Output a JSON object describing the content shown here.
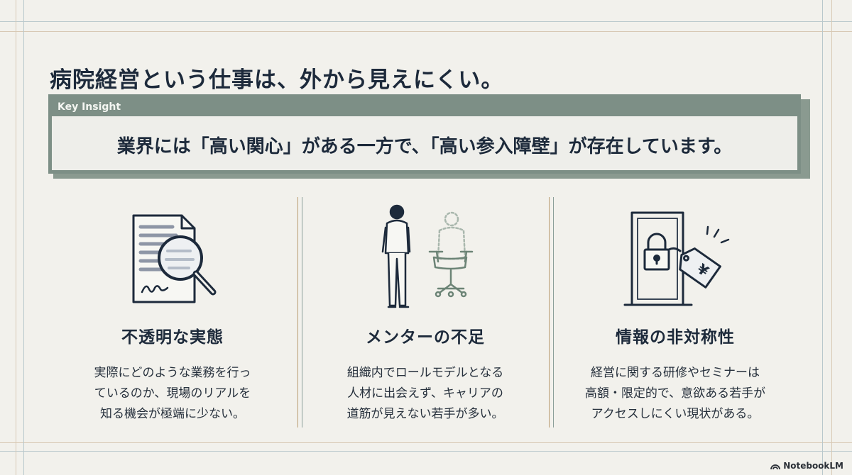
{
  "title": "病院経営という仕事は、外から見えにくい。",
  "insight": {
    "label": "Key Insight",
    "text": "業界には「高い関心」がある一方で、「高い参入障壁」が存在しています。"
  },
  "columns": [
    {
      "icon": "document-magnifier-icon",
      "title": "不透明な実態",
      "lines": [
        "実際にどのような業務を行っ",
        "ているのか、現場のリアルを",
        "知る機会が極端に少ない。"
      ]
    },
    {
      "icon": "person-empty-chair-icon",
      "title": "メンターの不足",
      "lines": [
        "組織内でロールモデルとなる",
        "人材に出会えず、キャリアの",
        "道筋が見えない若手が多い。"
      ]
    },
    {
      "icon": "locked-door-price-tag-icon",
      "title": "情報の非対称性",
      "lines": [
        "経営に関する研修やセミナーは",
        "高額・限定的で、意欲ある若手が",
        "アクセスしにくい現状がある。"
      ]
    }
  ],
  "brand": "NotebookLM",
  "colors": {
    "background": "#f2f1ec",
    "navy": "#1d2a3b",
    "sage": "#7d8f86",
    "tan": "#b99c72"
  }
}
